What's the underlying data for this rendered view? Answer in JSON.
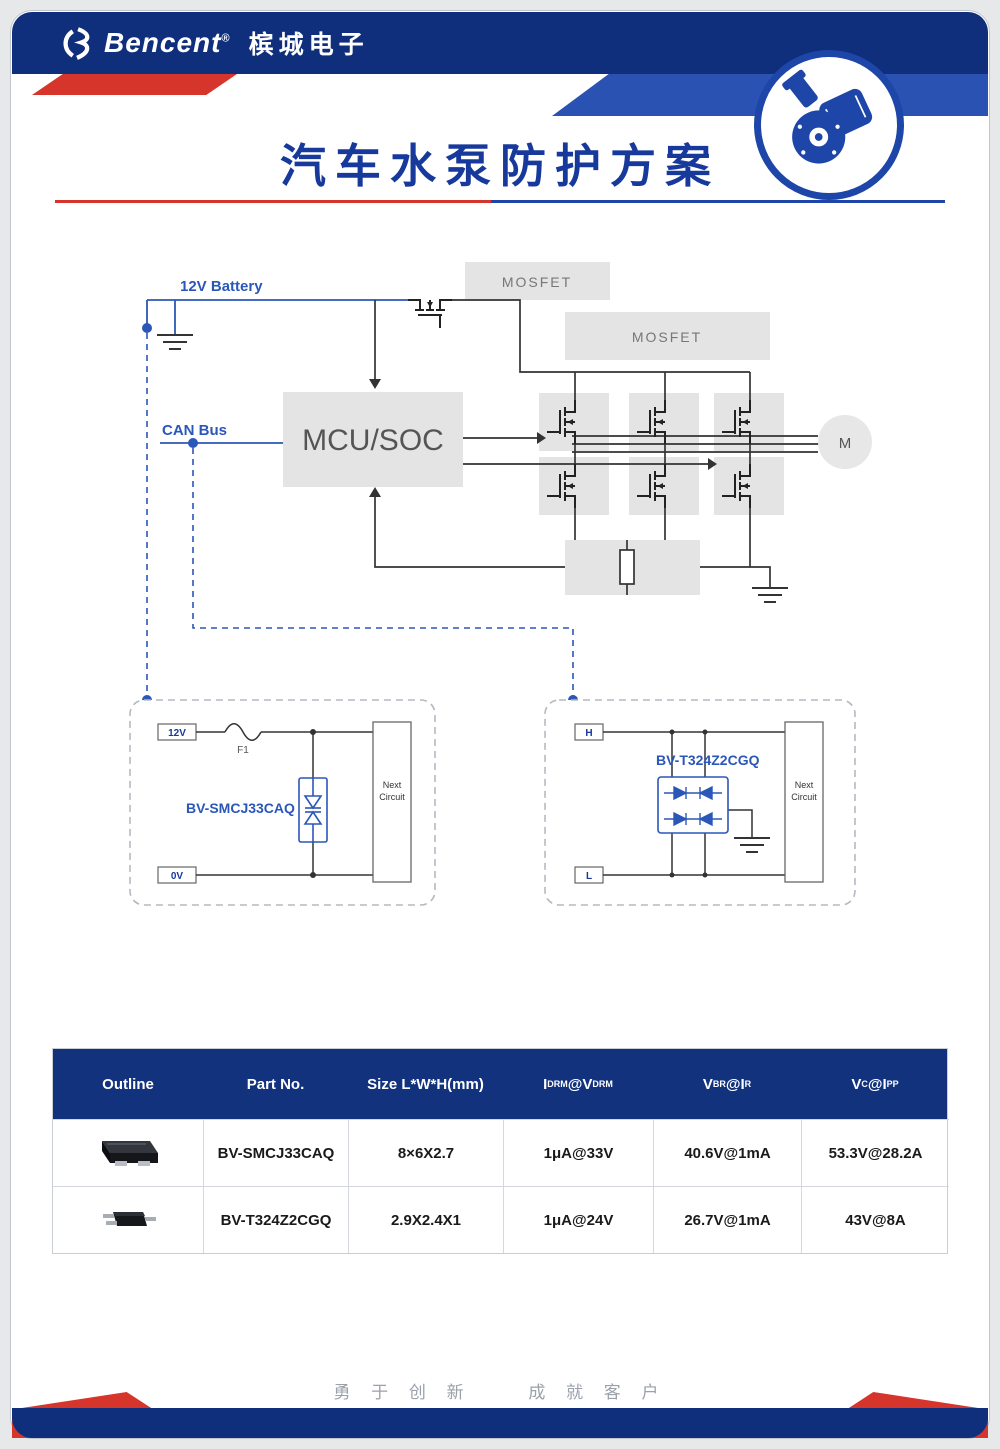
{
  "brand": {
    "name": "Bencent",
    "reg": "®",
    "cn": "槟城电子"
  },
  "title": "汽车水泵防护方案",
  "diagram": {
    "battery_label": "12V Battery",
    "can_label": "CAN Bus",
    "mosfet1_label": "MOSFET",
    "mosfet2_label": "MOSFET",
    "mcu_label": "MCU/SOC",
    "motor_label": "M"
  },
  "detail_left": {
    "in_top": "12V",
    "fuse": "F1",
    "part": "BV-SMCJ33CAQ",
    "next_circuit": "Next Circuit",
    "in_bottom": "0V"
  },
  "detail_right": {
    "in_top": "H",
    "in_bottom": "L",
    "part": "BV-T324Z2CGQ",
    "next_circuit": "Next Circuit"
  },
  "table": {
    "headers": [
      "Outline",
      "Part No.",
      "Size L*W*H(mm)",
      "I_{DRM}@V_{DRM}",
      "V_{BR}@I_{R}",
      "V_{C}@I_{PP}"
    ],
    "rows": [
      {
        "part": "BV-SMCJ33CAQ",
        "size": "8×6X2.7",
        "idrm": "1μA@33V",
        "vbr": "40.6V@1mA",
        "vc": "53.3V@28.2A"
      },
      {
        "part": "BV-T324Z2CGQ",
        "size": "2.9X2.4X1",
        "idrm": "1μA@24V",
        "vbr": "26.7V@1mA",
        "vc": "43V@8A"
      }
    ]
  },
  "footer": {
    "slogan_left": "勇 于 创 新",
    "slogan_right": "成 就 客 户"
  },
  "colors": {
    "brand_blue": "#0f2f7d",
    "accent_blue": "#2b57b8",
    "ribbon_blue": "#2a52b3",
    "red": "#d6352b",
    "table_header_blue": "#12327e",
    "box_gray": "#e4e4e4"
  }
}
